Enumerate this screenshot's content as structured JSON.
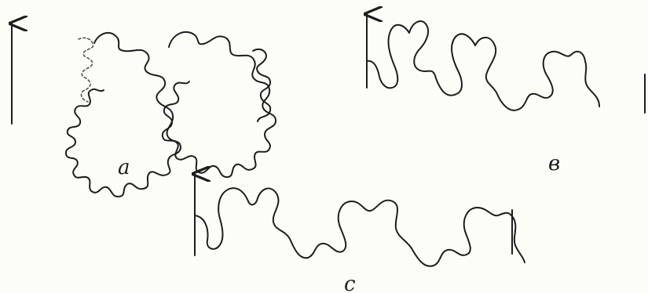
{
  "figure": {
    "panels": [
      {
        "id": "a",
        "label": "a",
        "kind": "suture-pattern-dendritic"
      },
      {
        "id": "b",
        "label": "в",
        "kind": "suture-line-with-arrow"
      },
      {
        "id": "c",
        "label": "с",
        "kind": "suture-line-with-arrow"
      }
    ],
    "ink_color": "#1d1d1d",
    "paper_color": "#fdfdf8"
  }
}
